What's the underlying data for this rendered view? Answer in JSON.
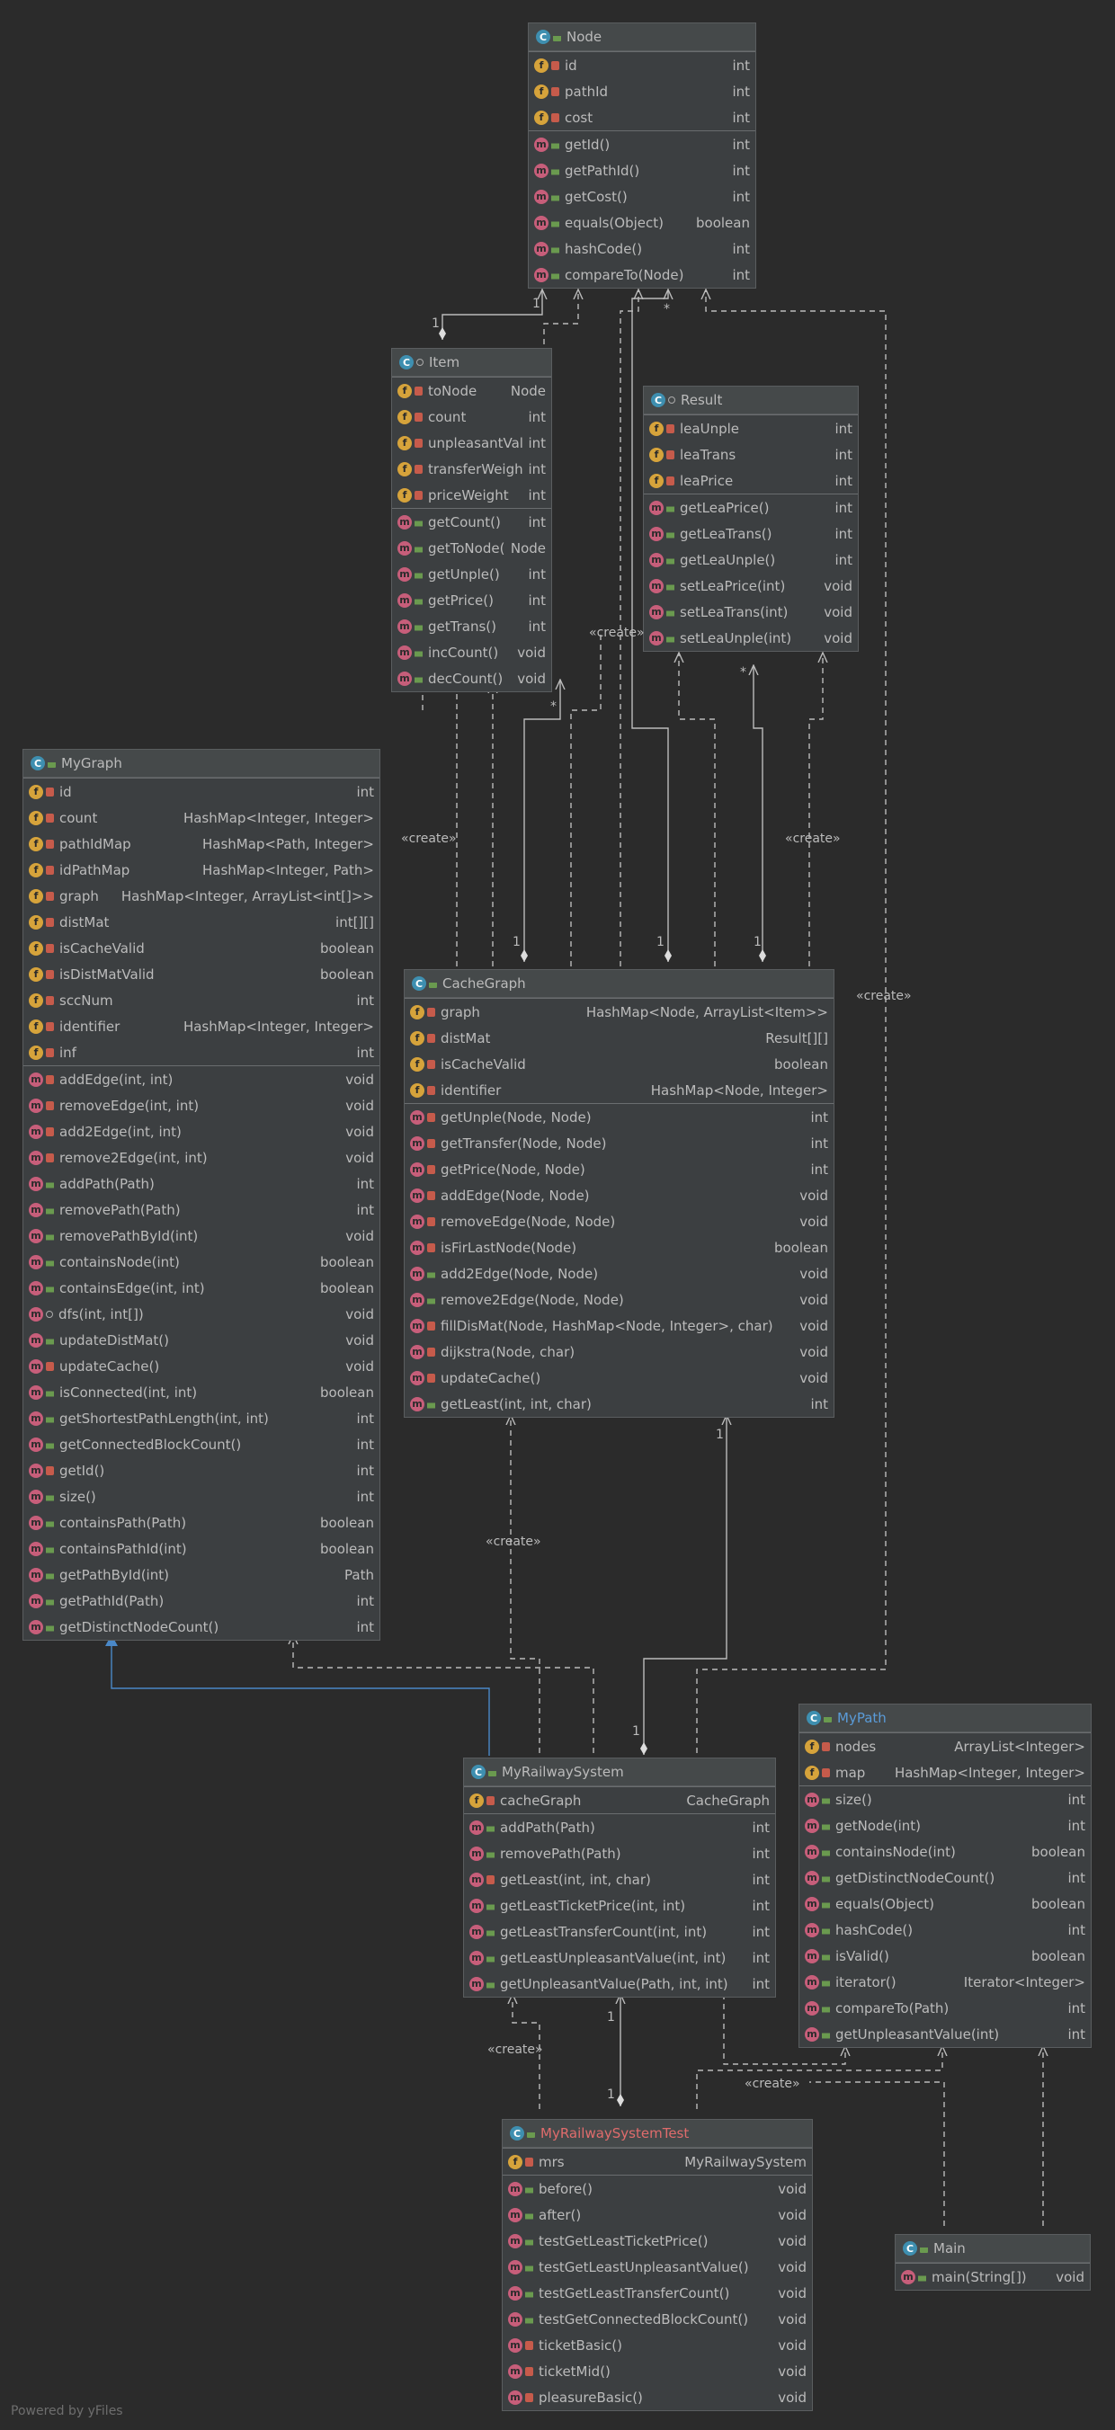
{
  "classes": {
    "node": {
      "name": "Node",
      "fields": [
        {
          "name": "id",
          "type": "int"
        },
        {
          "name": "pathId",
          "type": "int"
        },
        {
          "name": "cost",
          "type": "int"
        }
      ],
      "methods": [
        {
          "name": "getId()",
          "type": "int"
        },
        {
          "name": "getPathId()",
          "type": "int"
        },
        {
          "name": "getCost()",
          "type": "int"
        },
        {
          "name": "equals(Object)",
          "type": "boolean"
        },
        {
          "name": "hashCode()",
          "type": "int"
        },
        {
          "name": "compareTo(Node)",
          "type": "int"
        }
      ]
    },
    "item": {
      "name": "Item",
      "fields": [
        {
          "name": "toNode",
          "type": "Node"
        },
        {
          "name": "count",
          "type": "int"
        },
        {
          "name": "unpleasantValue",
          "type": "int"
        },
        {
          "name": "transferWeight",
          "type": "int"
        },
        {
          "name": "priceWeight",
          "type": "int"
        }
      ],
      "methods": [
        {
          "name": "getCount()",
          "type": "int"
        },
        {
          "name": "getToNode()",
          "type": "Node"
        },
        {
          "name": "getUnple()",
          "type": "int"
        },
        {
          "name": "getPrice()",
          "type": "int"
        },
        {
          "name": "getTrans()",
          "type": "int"
        },
        {
          "name": "incCount()",
          "type": "void"
        },
        {
          "name": "decCount()",
          "type": "void"
        }
      ]
    },
    "result": {
      "name": "Result",
      "fields": [
        {
          "name": "leaUnple",
          "type": "int"
        },
        {
          "name": "leaTrans",
          "type": "int"
        },
        {
          "name": "leaPrice",
          "type": "int"
        }
      ],
      "methods": [
        {
          "name": "getLeaPrice()",
          "type": "int"
        },
        {
          "name": "getLeaTrans()",
          "type": "int"
        },
        {
          "name": "getLeaUnple()",
          "type": "int"
        },
        {
          "name": "setLeaPrice(int)",
          "type": "void"
        },
        {
          "name": "setLeaTrans(int)",
          "type": "void"
        },
        {
          "name": "setLeaUnple(int)",
          "type": "void"
        }
      ]
    },
    "mygraph": {
      "name": "MyGraph",
      "fields": [
        {
          "name": "id",
          "type": "int"
        },
        {
          "name": "count",
          "type": "HashMap<Integer, Integer>"
        },
        {
          "name": "pathIdMap",
          "type": "HashMap<Path, Integer>"
        },
        {
          "name": "idPathMap",
          "type": "HashMap<Integer, Path>"
        },
        {
          "name": "graph",
          "type": "HashMap<Integer, ArrayList<int[]>>"
        },
        {
          "name": "distMat",
          "type": "int[][]"
        },
        {
          "name": "isCacheValid",
          "type": "boolean"
        },
        {
          "name": "isDistMatValid",
          "type": "boolean"
        },
        {
          "name": "sccNum",
          "type": "int"
        },
        {
          "name": "identifier",
          "type": "HashMap<Integer, Integer>"
        },
        {
          "name": "inf",
          "type": "int"
        }
      ],
      "methods": [
        {
          "name": "addEdge(int, int)",
          "type": "void"
        },
        {
          "name": "removeEdge(int, int)",
          "type": "void"
        },
        {
          "name": "add2Edge(int, int)",
          "type": "void"
        },
        {
          "name": "remove2Edge(int, int)",
          "type": "void"
        },
        {
          "name": "addPath(Path)",
          "type": "int"
        },
        {
          "name": "removePath(Path)",
          "type": "int"
        },
        {
          "name": "removePathById(int)",
          "type": "void"
        },
        {
          "name": "containsNode(int)",
          "type": "boolean"
        },
        {
          "name": "containsEdge(int, int)",
          "type": "boolean"
        },
        {
          "name": "dfs(int, int[])",
          "type": "void"
        },
        {
          "name": "updateDistMat()",
          "type": "void"
        },
        {
          "name": "updateCache()",
          "type": "void"
        },
        {
          "name": "isConnected(int, int)",
          "type": "boolean"
        },
        {
          "name": "getShortestPathLength(int, int)",
          "type": "int"
        },
        {
          "name": "getConnectedBlockCount()",
          "type": "int"
        },
        {
          "name": "getId()",
          "type": "int"
        },
        {
          "name": "size()",
          "type": "int"
        },
        {
          "name": "containsPath(Path)",
          "type": "boolean"
        },
        {
          "name": "containsPathId(int)",
          "type": "boolean"
        },
        {
          "name": "getPathById(int)",
          "type": "Path"
        },
        {
          "name": "getPathId(Path)",
          "type": "int"
        },
        {
          "name": "getDistinctNodeCount()",
          "type": "int"
        }
      ]
    },
    "cachegraph": {
      "name": "CacheGraph",
      "fields": [
        {
          "name": "graph",
          "type": "HashMap<Node, ArrayList<Item>>"
        },
        {
          "name": "distMat",
          "type": "Result[][]"
        },
        {
          "name": "isCacheValid",
          "type": "boolean"
        },
        {
          "name": "identifier",
          "type": "HashMap<Node, Integer>"
        }
      ],
      "methods": [
        {
          "name": "getUnple(Node, Node)",
          "type": "int"
        },
        {
          "name": "getTransfer(Node, Node)",
          "type": "int"
        },
        {
          "name": "getPrice(Node, Node)",
          "type": "int"
        },
        {
          "name": "addEdge(Node, Node)",
          "type": "void"
        },
        {
          "name": "removeEdge(Node, Node)",
          "type": "void"
        },
        {
          "name": "isFirLastNode(Node)",
          "type": "boolean"
        },
        {
          "name": "add2Edge(Node, Node)",
          "type": "void"
        },
        {
          "name": "remove2Edge(Node, Node)",
          "type": "void"
        },
        {
          "name": "fillDisMat(Node, HashMap<Node, Integer>, char)",
          "type": "void"
        },
        {
          "name": "dijkstra(Node, char)",
          "type": "void"
        },
        {
          "name": "updateCache()",
          "type": "void"
        },
        {
          "name": "getLeast(int, int, char)",
          "type": "int"
        }
      ]
    },
    "myrailwaysystem": {
      "name": "MyRailwaySystem",
      "fields": [
        {
          "name": "cacheGraph",
          "type": "CacheGraph"
        }
      ],
      "methods": [
        {
          "name": "addPath(Path)",
          "type": "int"
        },
        {
          "name": "removePath(Path)",
          "type": "int"
        },
        {
          "name": "getLeast(int, int, char)",
          "type": "int"
        },
        {
          "name": "getLeastTicketPrice(int, int)",
          "type": "int"
        },
        {
          "name": "getLeastTransferCount(int, int)",
          "type": "int"
        },
        {
          "name": "getLeastUnpleasantValue(int, int)",
          "type": "int"
        },
        {
          "name": "getUnpleasantValue(Path, int, int)",
          "type": "int"
        }
      ]
    },
    "mypath": {
      "name": "MyPath",
      "fields": [
        {
          "name": "nodes",
          "type": "ArrayList<Integer>"
        },
        {
          "name": "map",
          "type": "HashMap<Integer, Integer>"
        }
      ],
      "methods": [
        {
          "name": "size()",
          "type": "int"
        },
        {
          "name": "getNode(int)",
          "type": "int"
        },
        {
          "name": "containsNode(int)",
          "type": "boolean"
        },
        {
          "name": "getDistinctNodeCount()",
          "type": "int"
        },
        {
          "name": "equals(Object)",
          "type": "boolean"
        },
        {
          "name": "hashCode()",
          "type": "int"
        },
        {
          "name": "isValid()",
          "type": "boolean"
        },
        {
          "name": "iterator()",
          "type": "Iterator<Integer>"
        },
        {
          "name": "compareTo(Path)",
          "type": "int"
        },
        {
          "name": "getUnpleasantValue(int)",
          "type": "int"
        }
      ]
    },
    "myrailwaysystemtest": {
      "name": "MyRailwaySystemTest",
      "fields": [
        {
          "name": "mrs",
          "type": "MyRailwaySystem"
        }
      ],
      "methods": [
        {
          "name": "before()",
          "type": "void"
        },
        {
          "name": "after()",
          "type": "void"
        },
        {
          "name": "testGetLeastTicketPrice()",
          "type": "void"
        },
        {
          "name": "testGetLeastUnpleasantValue()",
          "type": "void"
        },
        {
          "name": "testGetLeastTransferCount()",
          "type": "void"
        },
        {
          "name": "testGetConnectedBlockCount()",
          "type": "void"
        },
        {
          "name": "ticketBasic()",
          "type": "void"
        },
        {
          "name": "ticketMid()",
          "type": "void"
        },
        {
          "name": "pleasureBasic()",
          "type": "void"
        }
      ]
    },
    "main": {
      "name": "Main",
      "fields": [],
      "methods": [
        {
          "name": "main(String[])",
          "type": "void"
        }
      ]
    }
  },
  "labels": {
    "create": "«create»",
    "one": "1",
    "many": "*"
  },
  "footer": "Powered by yFiles",
  "colors": {
    "background": "#2b2b2b",
    "box": "#3c3f41",
    "edge": "#bbbbbb",
    "inherit": "#4a88c7",
    "test_title": "#e06c6c"
  }
}
